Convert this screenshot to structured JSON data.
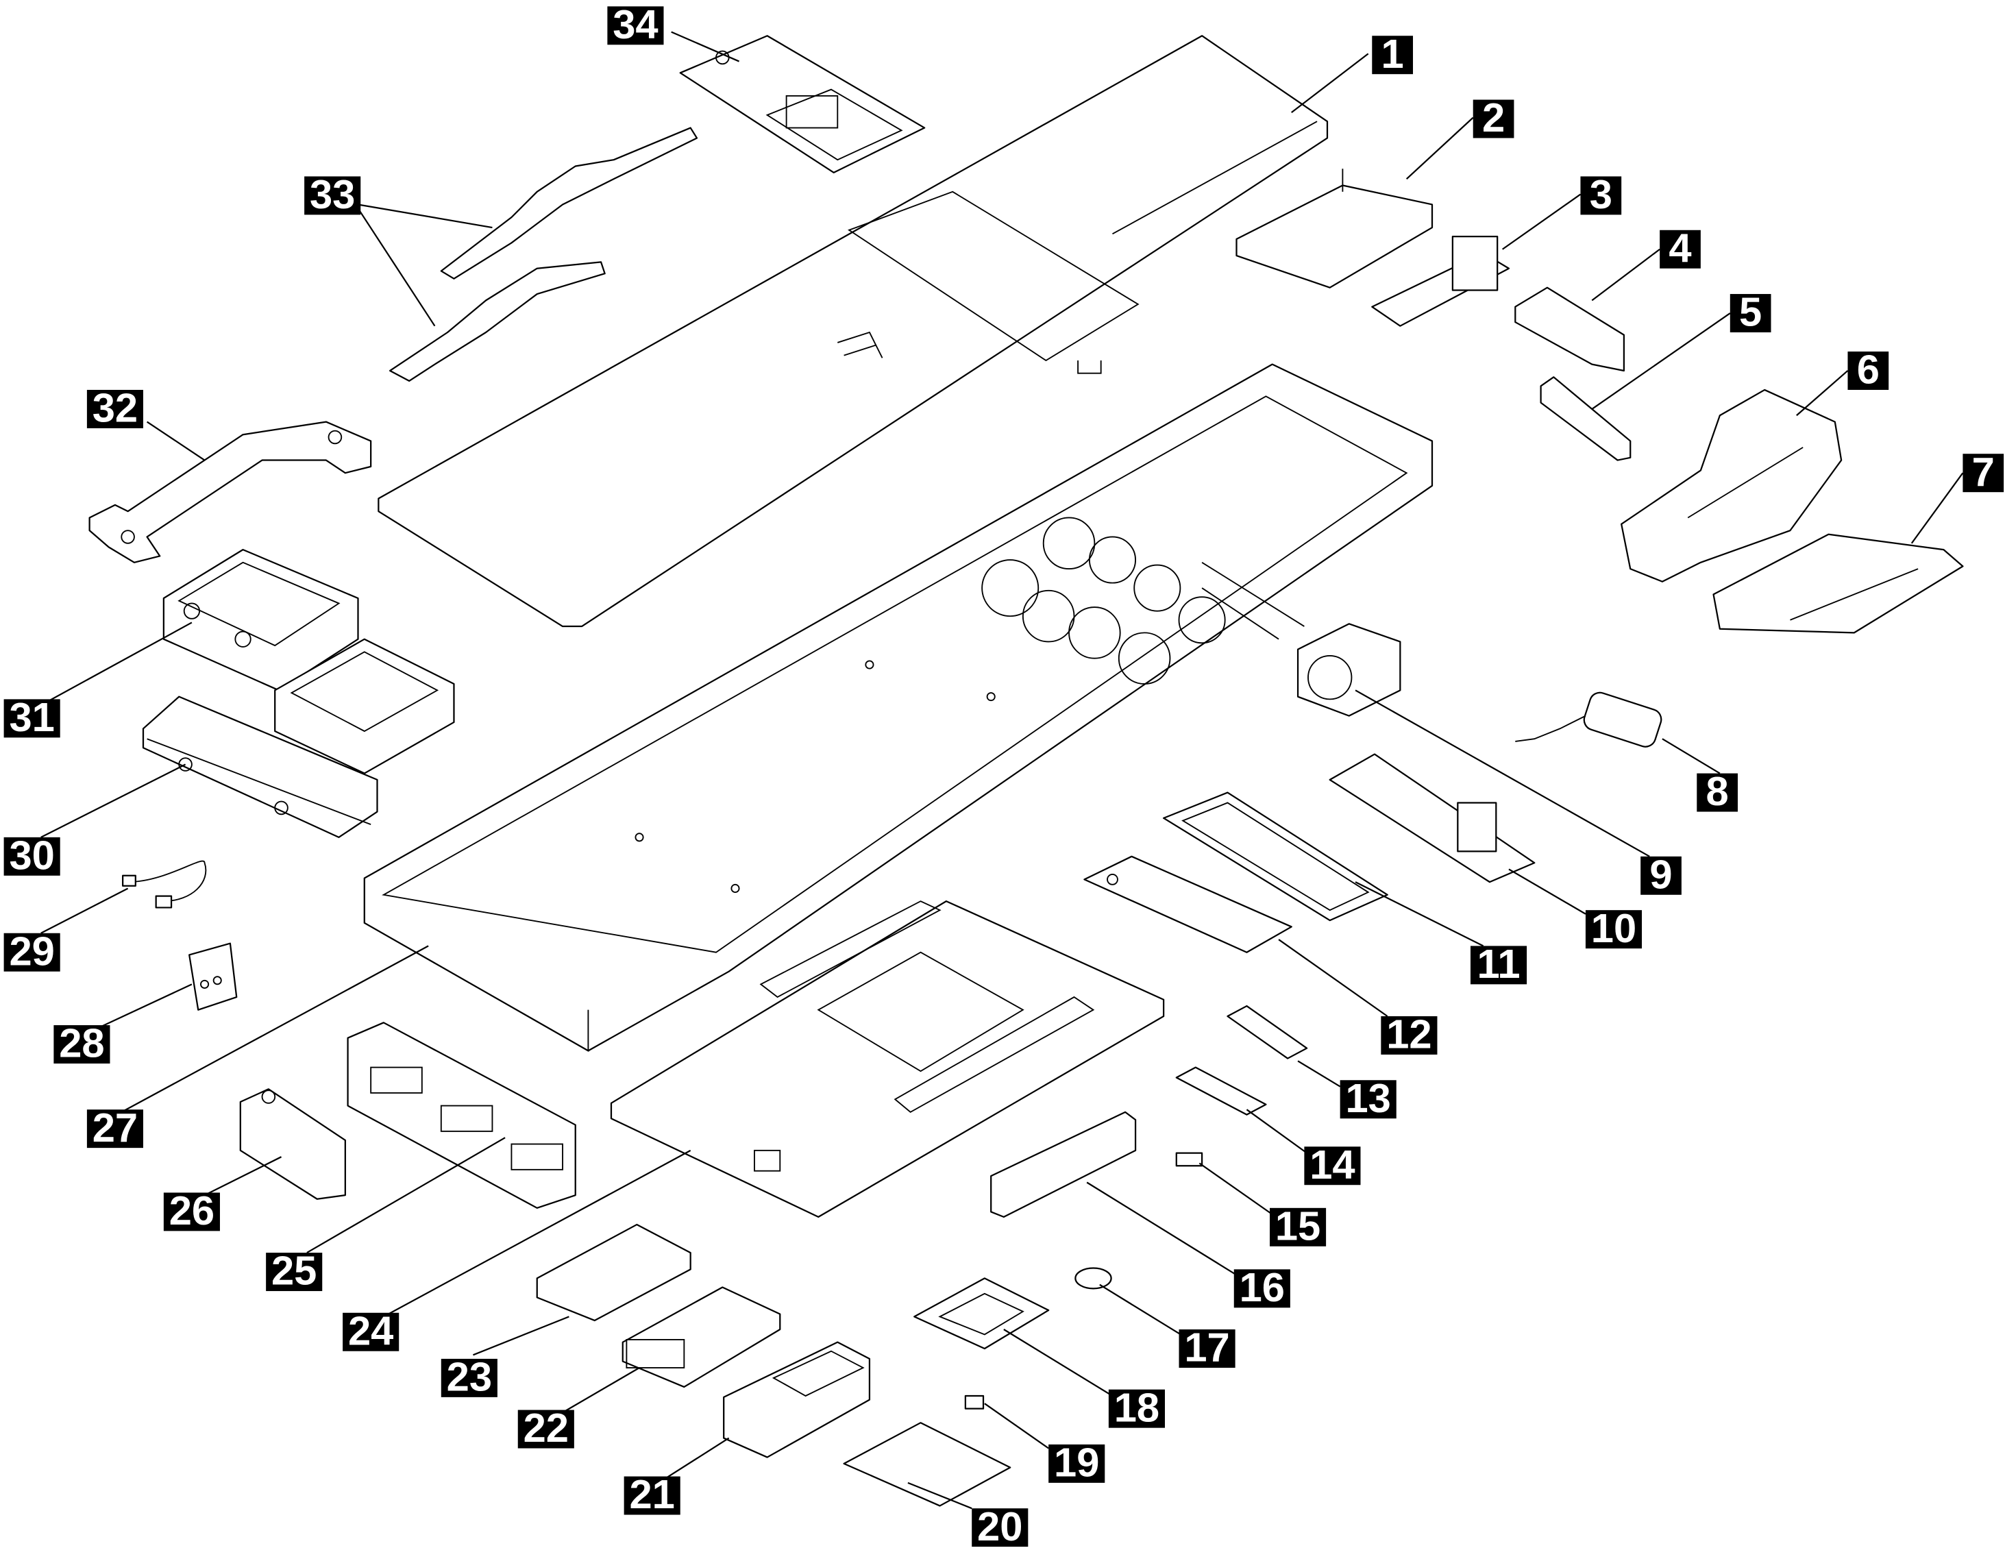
{
  "callouts": [
    {
      "id": 1,
      "label": "1"
    },
    {
      "id": 2,
      "label": "2"
    },
    {
      "id": 3,
      "label": "3"
    },
    {
      "id": 4,
      "label": "4"
    },
    {
      "id": 5,
      "label": "5"
    },
    {
      "id": 6,
      "label": "6"
    },
    {
      "id": 7,
      "label": "7"
    },
    {
      "id": 8,
      "label": "8"
    },
    {
      "id": 9,
      "label": "9"
    },
    {
      "id": 10,
      "label": "10"
    },
    {
      "id": 11,
      "label": "11"
    },
    {
      "id": 12,
      "label": "12"
    },
    {
      "id": 13,
      "label": "13"
    },
    {
      "id": 14,
      "label": "14"
    },
    {
      "id": 15,
      "label": "15"
    },
    {
      "id": 16,
      "label": "16"
    },
    {
      "id": 17,
      "label": "17"
    },
    {
      "id": 18,
      "label": "18"
    },
    {
      "id": 19,
      "label": "19"
    },
    {
      "id": 20,
      "label": "20"
    },
    {
      "id": 21,
      "label": "21"
    },
    {
      "id": 22,
      "label": "22"
    },
    {
      "id": 23,
      "label": "23"
    },
    {
      "id": 24,
      "label": "24"
    },
    {
      "id": 25,
      "label": "25"
    },
    {
      "id": 26,
      "label": "26"
    },
    {
      "id": 27,
      "label": "27"
    },
    {
      "id": 28,
      "label": "28"
    },
    {
      "id": 29,
      "label": "29"
    },
    {
      "id": 30,
      "label": "30"
    },
    {
      "id": 31,
      "label": "31"
    },
    {
      "id": 32,
      "label": "32"
    },
    {
      "id": 33,
      "label": "33"
    },
    {
      "id": 34,
      "label": "34"
    }
  ],
  "colors": {
    "ink": "#000000",
    "paper": "#ffffff",
    "callout_fill": "#000000",
    "callout_text": "#ffffff"
  }
}
